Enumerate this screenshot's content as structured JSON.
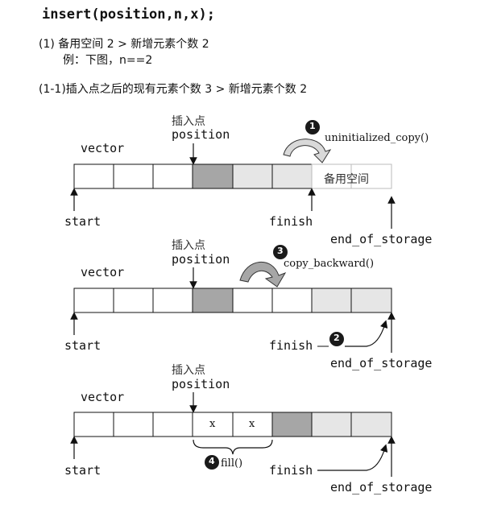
{
  "header": {
    "signature": "insert(position,n,x);",
    "line1": "(1) 备用空间 2 > 新增元素个数 2",
    "line2": "例：下图，n==2",
    "line3": "(1-1)插入点之后的现有元素个数 3 > 新增元素个数 2"
  },
  "labels": {
    "insert_point": "插入点",
    "position": "position",
    "vector": "vector",
    "start": "start",
    "finish": "finish",
    "end_of_storage": "end_of_storage",
    "spare_space": "备用空间"
  },
  "steps": [
    {
      "num": "1",
      "text": "uninitialized_copy()"
    },
    {
      "num": "2",
      "text": ""
    },
    {
      "num": "3",
      "text": "copy_backward()"
    },
    {
      "num": "4",
      "text": "fill()"
    }
  ],
  "cells": {
    "filled_value": "x"
  },
  "colors": {
    "cell_dark": "#a6a6a6",
    "cell_light": "#e6e6e6",
    "badge": "#1a1a1a",
    "arrow_fill": "#cfcfcf"
  }
}
